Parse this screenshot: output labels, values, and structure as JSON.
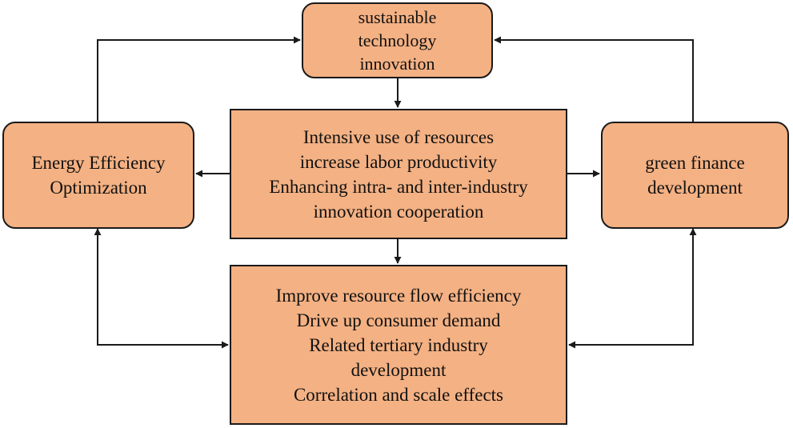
{
  "colors": {
    "box_fill": "#f4b183",
    "stroke": "#1a1a1a"
  },
  "nodes": {
    "top": {
      "lines": [
        "sustainable",
        "technology",
        "innovation"
      ]
    },
    "left": {
      "lines": [
        "Energy Efficiency",
        "Optimization"
      ]
    },
    "right": {
      "lines": [
        "green finance",
        "development"
      ]
    },
    "center": {
      "lines": [
        "Intensive use of resources",
        "increase labor productivity",
        "Enhancing intra- and inter-industry",
        "innovation cooperation"
      ]
    },
    "bottom": {
      "lines": [
        "Improve resource flow efficiency",
        "Drive up consumer demand",
        "Related tertiary industry",
        "development",
        "Correlation and scale effects"
      ]
    }
  }
}
